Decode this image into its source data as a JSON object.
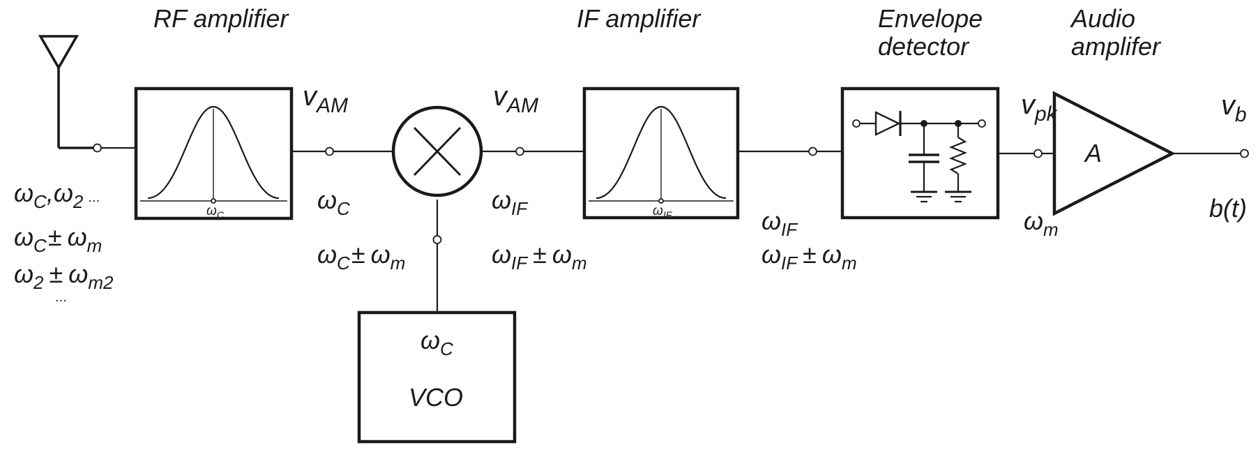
{
  "titles": {
    "rf_amplifier": "RF amplifier",
    "if_amplifier": "IF amplifier",
    "envelope_line1": "Envelope",
    "envelope_line2": "detector",
    "audio_line1": "Audio",
    "audio_line2": "amplifer"
  },
  "signals": {
    "v_am_rf": {
      "base": "v",
      "sub": "AM"
    },
    "v_am_mixer": {
      "base": "v",
      "sub": "AM"
    },
    "v_pk": {
      "base": "v",
      "sub": "pk"
    },
    "v_b": {
      "base": "v",
      "sub": "b"
    },
    "b_t": "b(t)",
    "omega": "ω",
    "pm": "±",
    "ellipsis": "...",
    "sub_c": "C",
    "sub_2": "2",
    "sub_m": "m",
    "sub_m2": "m2",
    "sub_if": "IF",
    "comma": ","
  },
  "blocks": {
    "rf_center_label": {
      "base": "ω",
      "sub": "C"
    },
    "if_center_label": {
      "base": "ω",
      "sub": "IF"
    },
    "vco_freq": {
      "base": "ω",
      "sub": "C"
    },
    "vco_name": "VCO",
    "audio_gain": "A"
  }
}
